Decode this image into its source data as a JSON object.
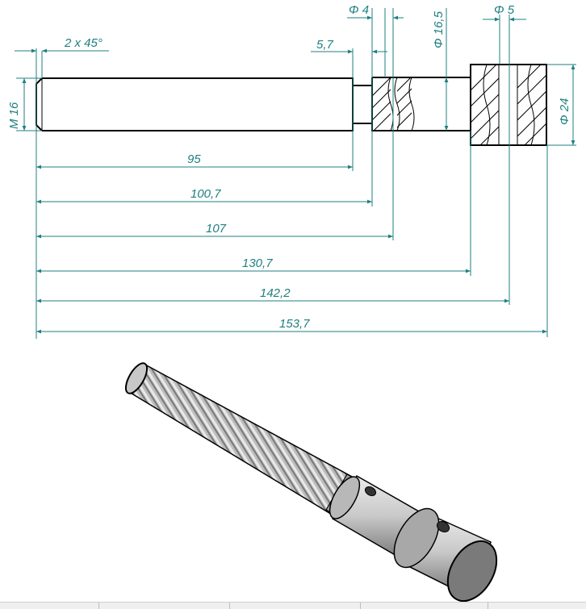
{
  "drawing": {
    "colors": {
      "dimension": "#1f7f80",
      "outline": "#000000",
      "render_light": "#d4d4d4",
      "render_dark": "#6f6f6f"
    },
    "annotations": {
      "chamfer": "2 x 45°",
      "thread": "M 16",
      "undercut_width": "5,7",
      "hole_dia_small": "Φ 4",
      "hole_dia_large": "Φ 5",
      "shaft_dia": "Φ 16,5",
      "head_dia": "Φ 24"
    },
    "lengths": [
      {
        "id": "len-95",
        "label": "95"
      },
      {
        "id": "len-100-7",
        "label": "100,7"
      },
      {
        "id": "len-107",
        "label": "107"
      },
      {
        "id": "len-130-7",
        "label": "130,7"
      },
      {
        "id": "len-142-2",
        "label": "142,2"
      },
      {
        "id": "len-153-7",
        "label": "153,7"
      }
    ]
  }
}
